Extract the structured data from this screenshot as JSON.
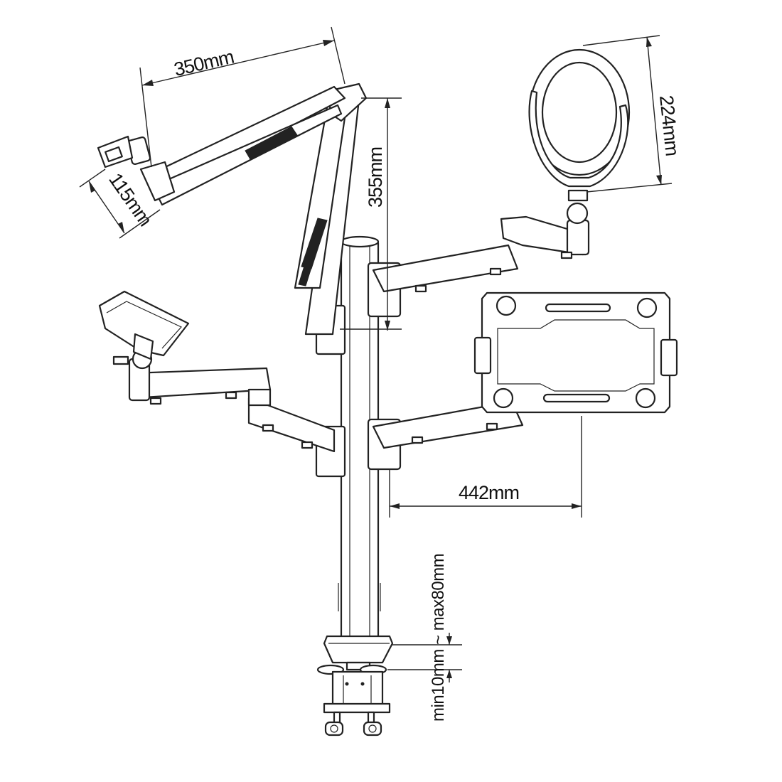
{
  "dimensions": {
    "boom_length": "350mm",
    "boom_height": "355mm",
    "clip_height": "115mm",
    "ring_light_diameter": "224mm",
    "laptop_arm_reach": "442mm",
    "clamp_range": "min10mm ~ max80mm"
  },
  "colors": {
    "line": "#222222",
    "background": "#ffffff"
  }
}
